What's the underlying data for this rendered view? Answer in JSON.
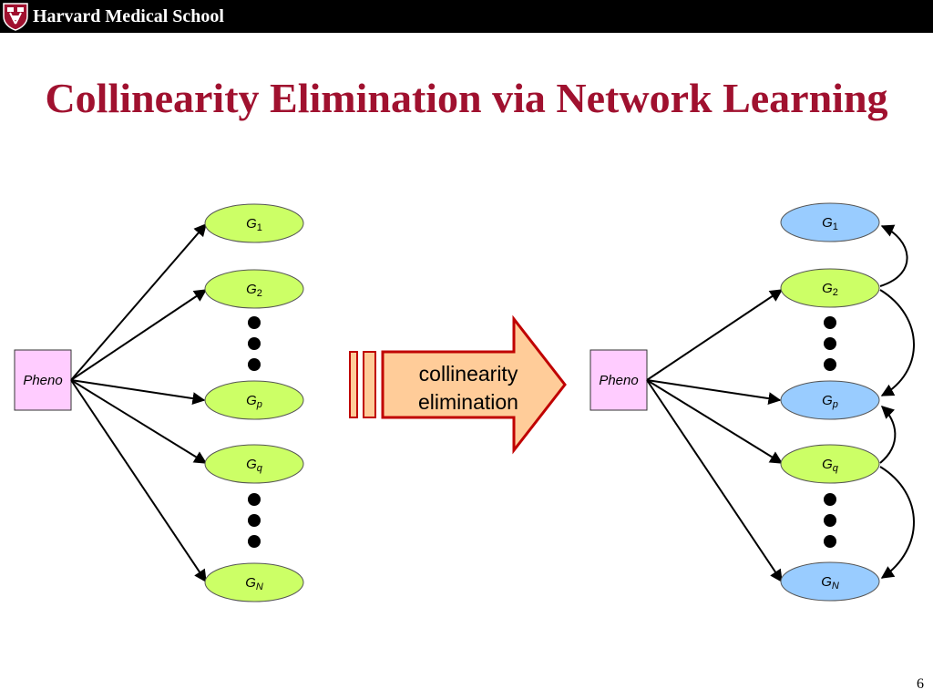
{
  "header": {
    "school_name": "Harvard Medical School",
    "bar_color": "#000000",
    "shield_color": "#a0112f"
  },
  "slide": {
    "title": "Collinearity Elimination via Network Learning",
    "title_color": "#a0112f",
    "page_number": "6"
  },
  "diagram": {
    "left_network": {
      "phenotype_label": "Pheno",
      "nodes": [
        {
          "base": "G",
          "sub": "1"
        },
        {
          "base": "G",
          "sub": "2"
        },
        {
          "base": "G",
          "sub": "p"
        },
        {
          "base": "G",
          "sub": "q"
        },
        {
          "base": "G",
          "sub": "N"
        }
      ],
      "node_fill": "#ccff66"
    },
    "transition_arrow": {
      "line1": "collinearity",
      "line2": "elimination",
      "fill": "#ffcc99",
      "border": "#c00000"
    },
    "right_network": {
      "phenotype_label": "Pheno",
      "nodes": [
        {
          "base": "G",
          "sub": "1",
          "fill": "#99ccff"
        },
        {
          "base": "G",
          "sub": "2",
          "fill": "#ccff66"
        },
        {
          "base": "G",
          "sub": "p",
          "fill": "#99ccff"
        },
        {
          "base": "G",
          "sub": "q",
          "fill": "#ccff66"
        },
        {
          "base": "G",
          "sub": "N",
          "fill": "#99ccff"
        }
      ]
    },
    "pheno_fill": "#ffccff"
  }
}
